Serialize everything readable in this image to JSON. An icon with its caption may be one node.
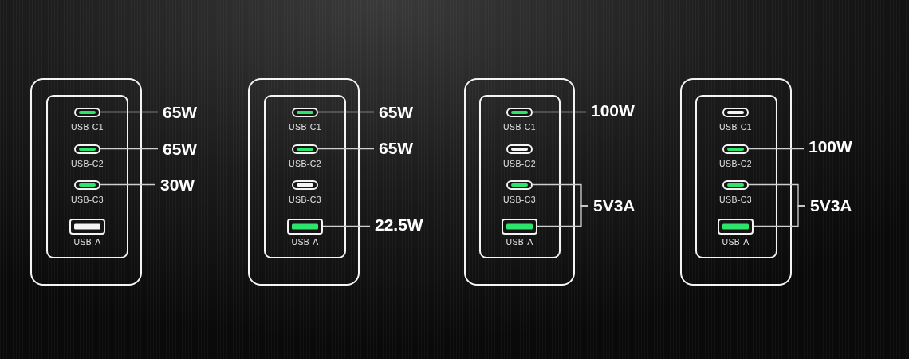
{
  "diagram": {
    "nodes": [
      {
        "text": [],
        "shape": "box"
      },
      {
        "text": [],
        "shape": "box",
        "in": 0
      },
      {
        "text": [
          "USB-C1"
        ],
        "in": 1
      },
      {
        "text": [
          "65W"
        ]
      },
      {
        "text": [
          "USB-C2"
        ],
        "in": 1
      },
      {
        "text": [
          "65W"
        ]
      },
      {
        "text": [
          "USB-C3"
        ],
        "in": 1
      },
      {
        "text": [
          "30W"
        ]
      },
      {
        "text": [
          "USB-A"
        ],
        "in": 1
      },
      {
        "text": [],
        "shape": "box"
      },
      {
        "text": [],
        "shape": "box",
        "in": 9
      },
      {
        "text": [
          "USB-C1"
        ],
        "in": 10
      },
      {
        "text": [
          "65W"
        ]
      },
      {
        "text": [
          "USB-C2"
        ],
        "in": 10
      },
      {
        "text": [
          "65W"
        ]
      },
      {
        "text": [
          "USB-C3"
        ],
        "in": 10
      },
      {
        "text": [
          "USB-A"
        ],
        "in": 10
      },
      {
        "text": [
          "22.5W"
        ]
      },
      {
        "text": [],
        "shape": "box"
      },
      {
        "text": [],
        "shape": "box",
        "in": 18
      },
      {
        "text": [
          "USB-C1"
        ],
        "in": 19
      },
      {
        "text": [
          "100W"
        ]
      },
      {
        "text": [
          "USB-C2"
        ],
        "in": 19
      },
      {
        "text": [
          "USB-C3"
        ],
        "in": 19
      },
      {
        "text": [
          "5V3A"
        ]
      },
      {
        "text": [
          "USB-A"
        ],
        "in": 19
      },
      {
        "text": [],
        "shape": "box"
      },
      {
        "text": [],
        "shape": "box",
        "in": 26
      },
      {
        "text": [
          "USB-C1"
        ],
        "in": 27
      },
      {
        "text": [
          "USB-C2"
        ],
        "in": 27
      },
      {
        "text": [
          "100W"
        ]
      },
      {
        "text": [
          "USB-C3"
        ],
        "in": 27
      },
      {
        "text": [
          "5V3A"
        ]
      },
      {
        "text": [
          "USB-A"
        ],
        "in": 27
      }
    ],
    "edges": [
      {
        "from": 2,
        "to": 3,
        "arrow": "none"
      },
      {
        "from": 4,
        "to": 5,
        "arrow": "none"
      },
      {
        "from": 6,
        "to": 7,
        "arrow": "none"
      },
      {
        "from": 11,
        "to": 12,
        "arrow": "none"
      },
      {
        "from": 13,
        "to": 14,
        "arrow": "none"
      },
      {
        "from": 16,
        "to": 17,
        "arrow": "none"
      },
      {
        "from": 20,
        "to": 21,
        "arrow": "none"
      },
      {
        "from": 23,
        "to": 24,
        "arrow": "none"
      },
      {
        "from": 25,
        "to": 24,
        "arrow": "none"
      },
      {
        "from": 29,
        "to": 30,
        "arrow": "none"
      },
      {
        "from": 31,
        "to": 32,
        "arrow": "none"
      },
      {
        "from": 33,
        "to": 32,
        "arrow": "none"
      }
    ]
  }
}
